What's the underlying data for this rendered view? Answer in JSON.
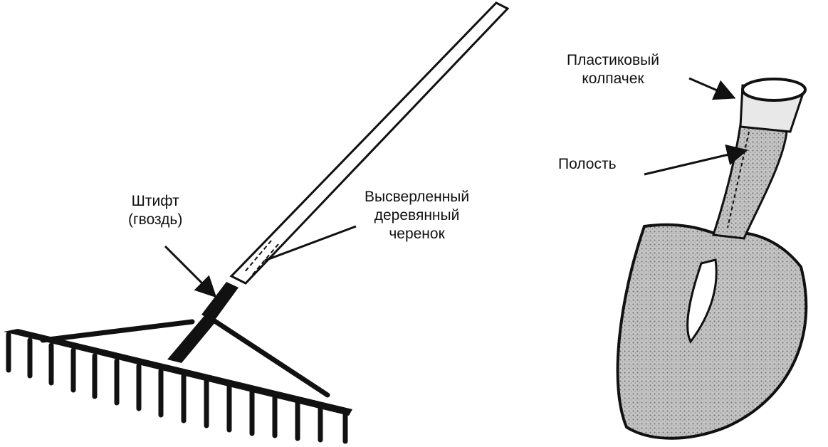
{
  "labels": {
    "pin": [
      "Штифт",
      "(гвоздь)"
    ],
    "drilled_handle": [
      "Высверленный",
      "деревянный",
      "черенок"
    ],
    "plastic_cap": [
      "Пластиковый",
      "колпачек"
    ],
    "cavity": "Полость"
  },
  "colors": {
    "ink": "#111111",
    "background": "#ffffff",
    "metal_fill": "#bdbdbd"
  }
}
